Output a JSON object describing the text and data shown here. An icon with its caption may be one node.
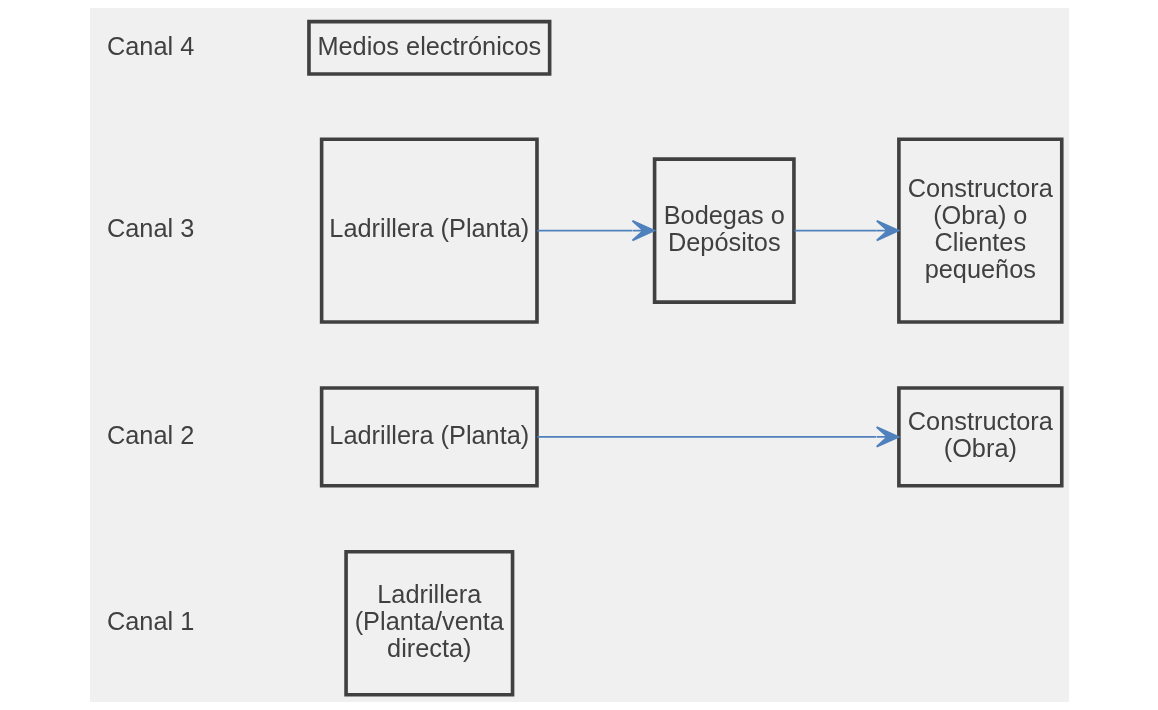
{
  "diagram": {
    "nodes": [
      {
        "text": [
          "Ladrillera (Planta/venta directa)"
        ]
      },
      {
        "text": [
          "Ladrillera (Planta)"
        ]
      },
      {
        "text": [
          "Constructora (Obra)"
        ]
      },
      {
        "text": [
          "Ladrillera (Planta)"
        ]
      },
      {
        "text": [
          "Bodegas o Depósitos"
        ]
      },
      {
        "text": [
          "Constructora (Obra) o Clientes pequeños"
        ]
      },
      {
        "text": [
          "Medios electrónicos"
        ]
      }
    ],
    "edges": [
      {
        "from": 1,
        "to": 2,
        "arrow": "to"
      },
      {
        "from": 3,
        "to": 4,
        "arrow": "to"
      },
      {
        "from": 4,
        "to": 5,
        "arrow": "to"
      }
    ],
    "labels": [
      "Canal 1",
      "Canal 2",
      "Canal 3",
      "Canal 4"
    ]
  }
}
